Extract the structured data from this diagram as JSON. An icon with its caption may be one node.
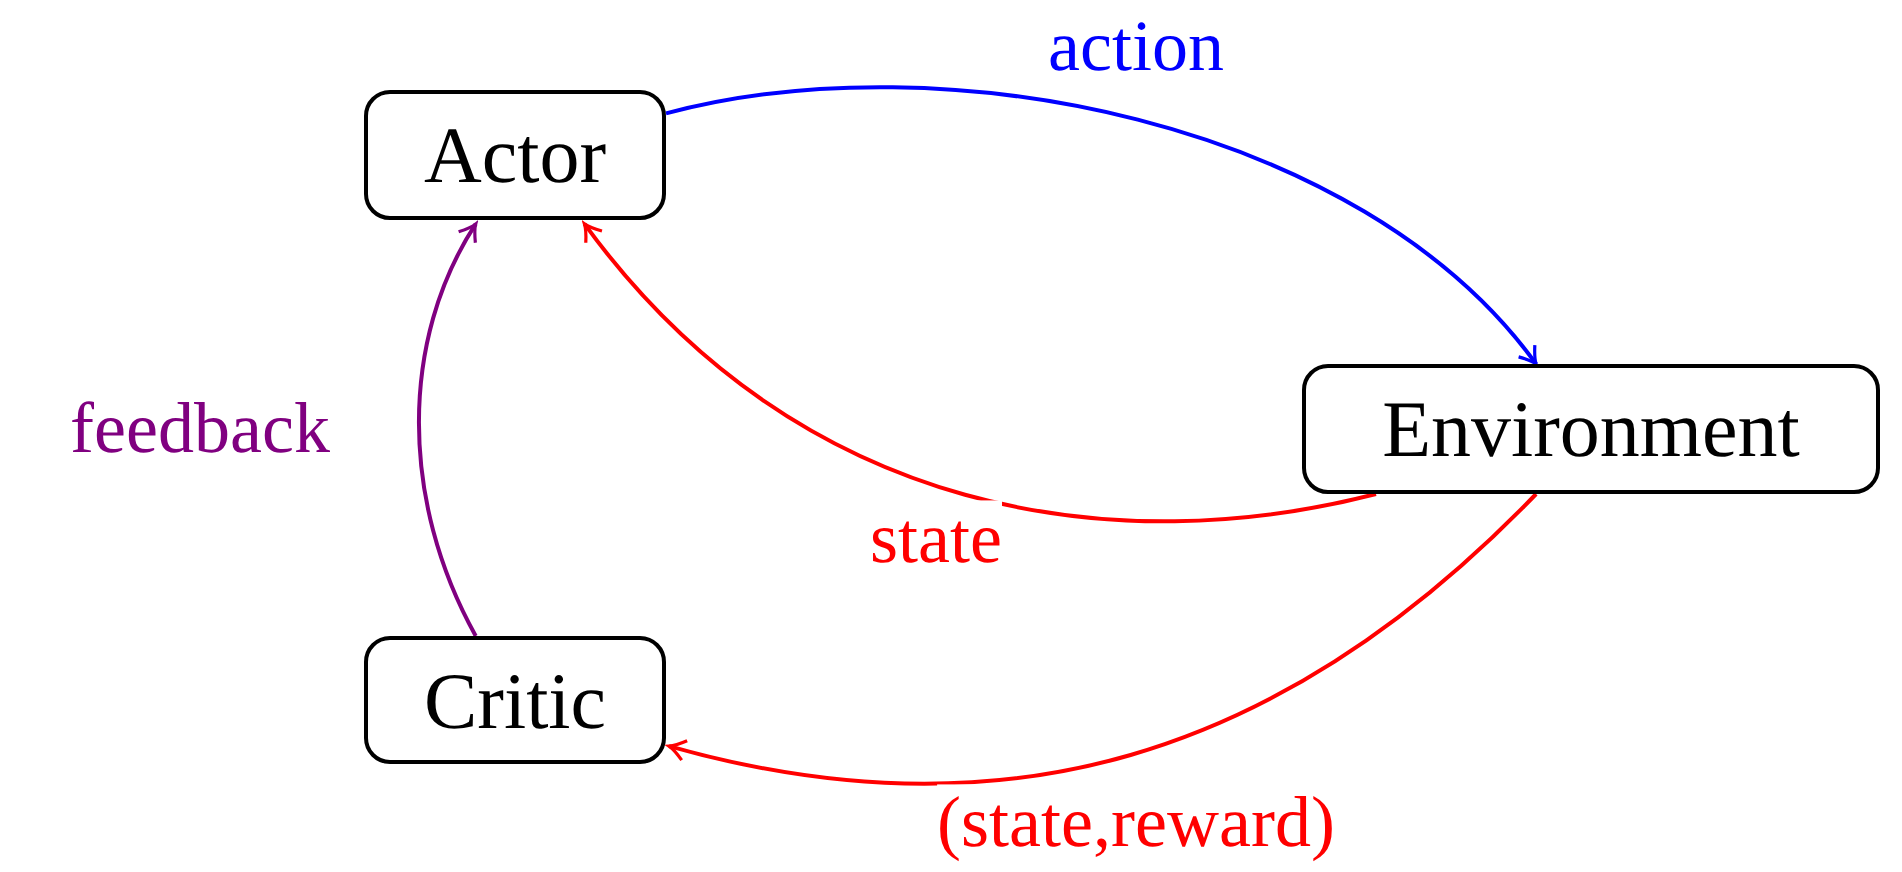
{
  "diagram": {
    "nodes": [
      {
        "text": [
          "Actor"
        ]
      },
      {
        "text": [
          "Environment"
        ]
      },
      {
        "text": [
          "Critic"
        ]
      }
    ],
    "edges": [
      {
        "from": 0,
        "to": 1,
        "arrow": "to",
        "label": "action",
        "color": "#0000ff"
      },
      {
        "from": 1,
        "to": 0,
        "arrow": "to",
        "label": "state",
        "color": "#ff0000"
      },
      {
        "from": 1,
        "to": 2,
        "arrow": "to",
        "label": "(state,reward)",
        "color": "#ff0000"
      },
      {
        "from": 2,
        "to": 0,
        "arrow": "to",
        "label": "feedback",
        "color": "#800080"
      }
    ]
  }
}
